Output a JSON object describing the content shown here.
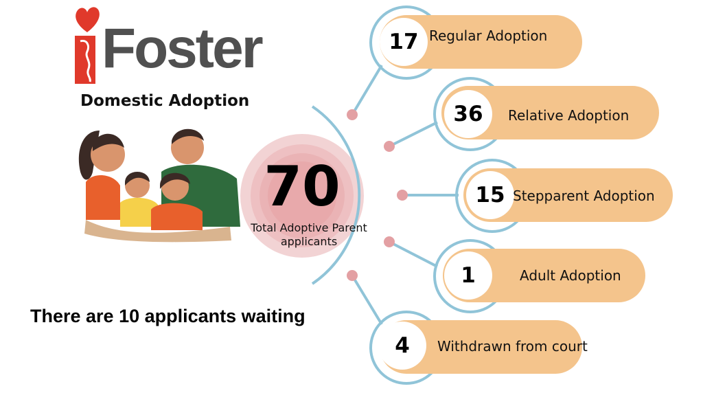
{
  "brand": {
    "logo_text": "Foster",
    "subtitle": "Domestic Adoption"
  },
  "center": {
    "total": "70",
    "label_line1": "Total Adoptive Parent",
    "label_line2": "applicants"
  },
  "waiting": "There are 10 applicants waiting",
  "categories": [
    {
      "count": "17",
      "label": "Regular Adoption"
    },
    {
      "count": "36",
      "label": "Relative Adoption"
    },
    {
      "count": "15",
      "label": "Stepparent Adoption"
    },
    {
      "count": "1",
      "label": "Adult Adoption"
    },
    {
      "count": "4",
      "label": "Withdrawn from court"
    }
  ],
  "colors": {
    "pill": "#f4c48c",
    "ring": "#90c4d8",
    "dot": "#e3a0a3",
    "logo_red": "#e0392b",
    "logo_gray": "#505050"
  }
}
